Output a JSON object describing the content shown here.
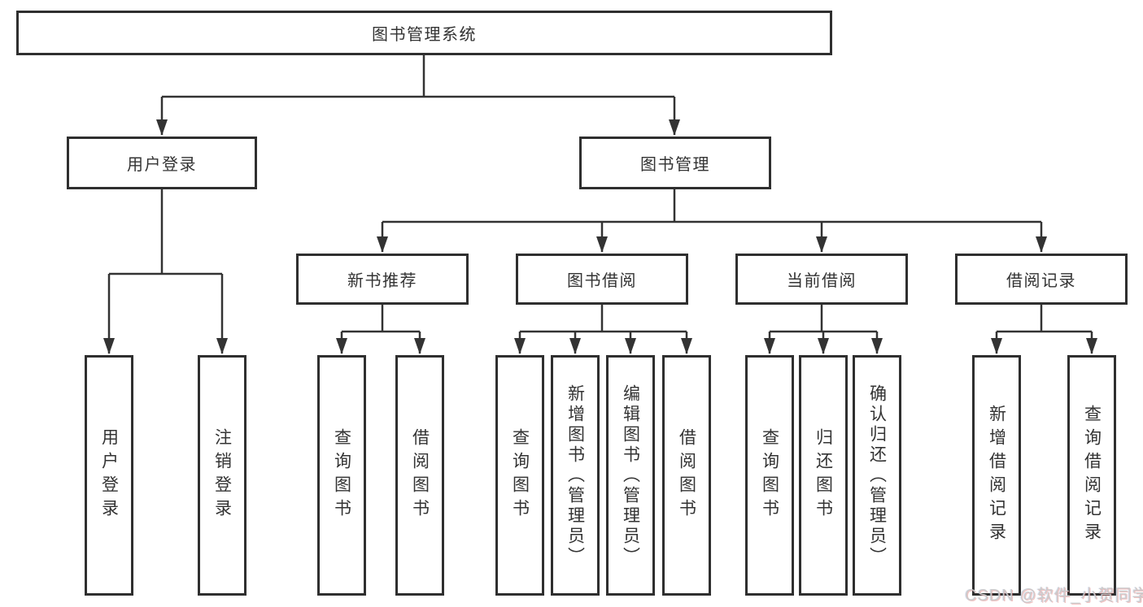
{
  "diagram": {
    "root": {
      "label": "图书管理系统"
    },
    "level2": {
      "user_login": {
        "label": "用户登录"
      },
      "book_mgmt": {
        "label": "图书管理"
      }
    },
    "level3": {
      "new_books": {
        "label": "新书推荐"
      },
      "book_borrow": {
        "label": "图书借阅"
      },
      "current_borrow": {
        "label": "当前借阅"
      },
      "borrow_records": {
        "label": "借阅记录"
      }
    },
    "leaves": {
      "login": "用户登录",
      "logout": "注销登录",
      "nb_query": "查询图书",
      "nb_borrow": "借阅图书",
      "bb_query": "查询图书",
      "bb_add": "新增图书（管理员）",
      "bb_edit": "编辑图书（管理员）",
      "bb_borrow": "借阅图书",
      "cb_query": "查询图书",
      "cb_return": "归还图书",
      "cb_confirm": "确认归还（管理员）",
      "br_add": "新增借阅记录",
      "br_query": "查询借阅记录"
    }
  },
  "watermark": {
    "text": "CSDN @软件_小贺同学"
  },
  "colors": {
    "line": "#333333",
    "box_border": "#2f2f2f",
    "text": "#333333",
    "background": "#ffffff",
    "watermark": "#cacaca"
  }
}
